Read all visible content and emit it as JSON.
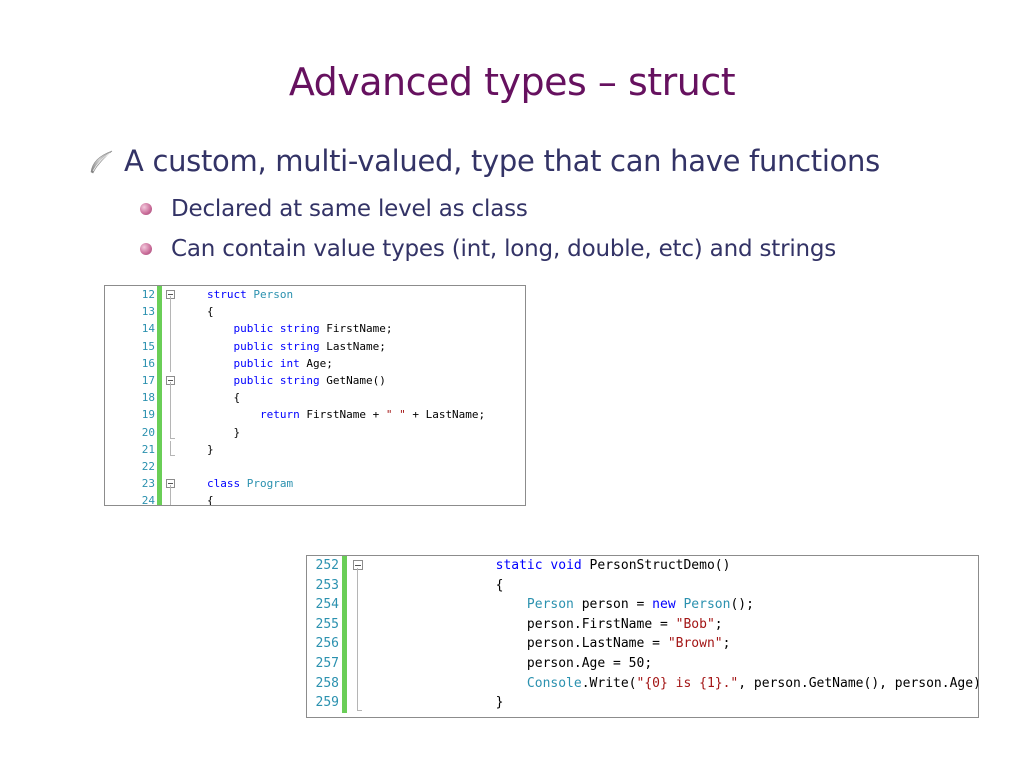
{
  "slide": {
    "title": "Advanced types – struct",
    "bullets": [
      {
        "text": "A custom, multi-valued, type that can have functions",
        "icon": "quill-bullet-icon",
        "subbullets": [
          "Declared at same level as class",
          "Can contain value types (int, long, double, etc) and strings"
        ]
      }
    ]
  },
  "colors": {
    "title": "#66115f",
    "body_text": "#333366",
    "keyword": "#0000ff",
    "type_name": "#2b91af",
    "string": "#a31515",
    "line_number": "#2b91af",
    "change_bar": "#6ace57"
  },
  "code_panels": [
    {
      "lines": [
        {
          "num": "12",
          "fold": "start",
          "tokens": [
            {
              "t": "struct",
              "k": "kw"
            },
            {
              "t": " ",
              "k": "tx"
            },
            {
              "t": "Person",
              "k": "ty"
            }
          ]
        },
        {
          "num": "13",
          "fold": "line",
          "tokens": [
            {
              "t": "{",
              "k": "tx"
            }
          ]
        },
        {
          "num": "14",
          "fold": "line",
          "tokens": [
            {
              "t": "    ",
              "k": "tx"
            },
            {
              "t": "public",
              "k": "kw"
            },
            {
              "t": " ",
              "k": "tx"
            },
            {
              "t": "string",
              "k": "kw"
            },
            {
              "t": " FirstName;",
              "k": "tx"
            }
          ]
        },
        {
          "num": "15",
          "fold": "line",
          "tokens": [
            {
              "t": "    ",
              "k": "tx"
            },
            {
              "t": "public",
              "k": "kw"
            },
            {
              "t": " ",
              "k": "tx"
            },
            {
              "t": "string",
              "k": "kw"
            },
            {
              "t": " LastName;",
              "k": "tx"
            }
          ]
        },
        {
          "num": "16",
          "fold": "line",
          "tokens": [
            {
              "t": "    ",
              "k": "tx"
            },
            {
              "t": "public",
              "k": "kw"
            },
            {
              "t": " ",
              "k": "tx"
            },
            {
              "t": "int",
              "k": "kw"
            },
            {
              "t": " Age;",
              "k": "tx"
            }
          ]
        },
        {
          "num": "17",
          "fold": "start",
          "tokens": [
            {
              "t": "    ",
              "k": "tx"
            },
            {
              "t": "public",
              "k": "kw"
            },
            {
              "t": " ",
              "k": "tx"
            },
            {
              "t": "string",
              "k": "kw"
            },
            {
              "t": " GetName()",
              "k": "tx"
            }
          ]
        },
        {
          "num": "18",
          "fold": "line",
          "tokens": [
            {
              "t": "    {",
              "k": "tx"
            }
          ]
        },
        {
          "num": "19",
          "fold": "line",
          "tokens": [
            {
              "t": "        ",
              "k": "tx"
            },
            {
              "t": "return",
              "k": "kw"
            },
            {
              "t": " FirstName + ",
              "k": "tx"
            },
            {
              "t": "\" \"",
              "k": "st"
            },
            {
              "t": " + LastName;",
              "k": "tx"
            }
          ]
        },
        {
          "num": "20",
          "fold": "end",
          "tokens": [
            {
              "t": "    }",
              "k": "tx"
            }
          ]
        },
        {
          "num": "21",
          "fold": "end",
          "tokens": [
            {
              "t": "}",
              "k": "tx"
            }
          ]
        },
        {
          "num": "22",
          "fold": "none",
          "tokens": []
        },
        {
          "num": "23",
          "fold": "start",
          "tokens": [
            {
              "t": "class",
              "k": "kw"
            },
            {
              "t": " ",
              "k": "tx"
            },
            {
              "t": "Program",
              "k": "ty"
            }
          ]
        },
        {
          "num": "24",
          "fold": "line",
          "tokens": [
            {
              "t": "{",
              "k": "tx"
            }
          ]
        }
      ]
    },
    {
      "lines": [
        {
          "num": "252",
          "fold": "start",
          "tokens": [
            {
              "t": "        ",
              "k": "tx"
            },
            {
              "t": "static",
              "k": "kw"
            },
            {
              "t": " ",
              "k": "tx"
            },
            {
              "t": "void",
              "k": "kw"
            },
            {
              "t": " PersonStructDemo()",
              "k": "tx"
            }
          ]
        },
        {
          "num": "253",
          "fold": "line",
          "tokens": [
            {
              "t": "        {",
              "k": "tx"
            }
          ]
        },
        {
          "num": "254",
          "fold": "line",
          "tokens": [
            {
              "t": "            ",
              "k": "tx"
            },
            {
              "t": "Person",
              "k": "ty"
            },
            {
              "t": " person = ",
              "k": "tx"
            },
            {
              "t": "new",
              "k": "kw"
            },
            {
              "t": " ",
              "k": "tx"
            },
            {
              "t": "Person",
              "k": "ty"
            },
            {
              "t": "();",
              "k": "tx"
            }
          ]
        },
        {
          "num": "255",
          "fold": "line",
          "tokens": [
            {
              "t": "            person.FirstName = ",
              "k": "tx"
            },
            {
              "t": "\"Bob\"",
              "k": "st"
            },
            {
              "t": ";",
              "k": "tx"
            }
          ]
        },
        {
          "num": "256",
          "fold": "line",
          "tokens": [
            {
              "t": "            person.LastName = ",
              "k": "tx"
            },
            {
              "t": "\"Brown\"",
              "k": "st"
            },
            {
              "t": ";",
              "k": "tx"
            }
          ]
        },
        {
          "num": "257",
          "fold": "line",
          "tokens": [
            {
              "t": "            person.Age = 50;",
              "k": "tx"
            }
          ]
        },
        {
          "num": "258",
          "fold": "line",
          "tokens": [
            {
              "t": "            ",
              "k": "tx"
            },
            {
              "t": "Console",
              "k": "ty"
            },
            {
              "t": ".Write(",
              "k": "tx"
            },
            {
              "t": "\"{0} is {1}.\"",
              "k": "st"
            },
            {
              "t": ", person.GetName(), person.Age);",
              "k": "tx"
            }
          ]
        },
        {
          "num": "259",
          "fold": "end",
          "tokens": [
            {
              "t": "        }",
              "k": "tx"
            }
          ]
        }
      ]
    }
  ]
}
